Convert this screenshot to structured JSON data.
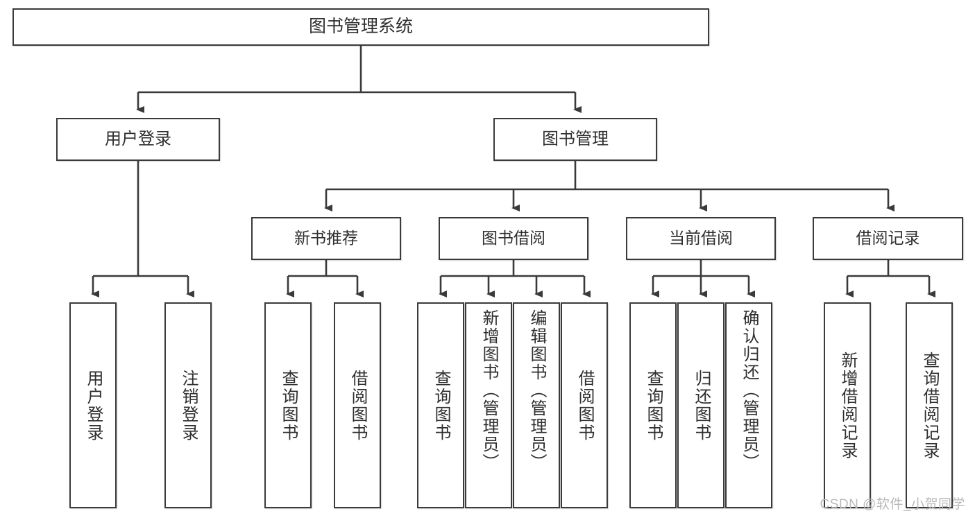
{
  "diagram": {
    "title": "图书管理系统",
    "root": {
      "label": "图书管理系统"
    },
    "level2": [
      {
        "label": "用户登录"
      },
      {
        "label": "图书管理"
      }
    ],
    "level3": [
      {
        "label": "新书推荐"
      },
      {
        "label": "图书借阅"
      },
      {
        "label": "当前借阅"
      },
      {
        "label": "借阅记录"
      }
    ],
    "leaves": {
      "user_login": [
        {
          "label": "用户登录"
        },
        {
          "label": "注销登录"
        }
      ],
      "new_book_recommend": [
        {
          "label": "查询图书"
        },
        {
          "label": "借阅图书"
        }
      ],
      "book_borrow": [
        {
          "label": "查询图书"
        },
        {
          "label": "新增图书（管理员）"
        },
        {
          "label": "编辑图书（管理员）"
        },
        {
          "label": "借阅图书"
        }
      ],
      "current_borrow": [
        {
          "label": "查询图书"
        },
        {
          "label": "归还图书"
        },
        {
          "label": "确认归还（管理员）"
        }
      ],
      "borrow_record": [
        {
          "label": "新增借阅记录"
        },
        {
          "label": "查询借阅记录"
        }
      ]
    }
  },
  "watermark": {
    "text": "CSDN @软件_小贺同学"
  },
  "colors": {
    "border": "#3a3a3a",
    "text": "#2f2f2f",
    "background": "#ffffff",
    "watermark": "#b9b9b9"
  }
}
